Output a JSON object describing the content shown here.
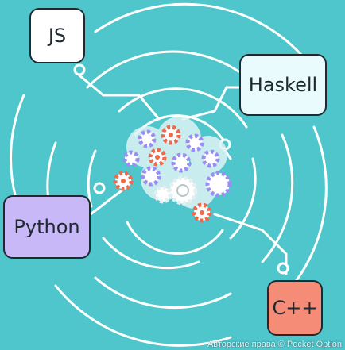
{
  "labels": {
    "js": "JS",
    "haskell": "Haskell",
    "python": "Python",
    "cpp": "C++"
  },
  "watermark": "Авторские права © Pocket Option",
  "colors": {
    "background": "#4fc6cc",
    "lines": "#ffffff",
    "gear_purple": "#9b8df2",
    "gear_orange": "#ef6a4c",
    "js_box": "#ffffff",
    "haskell_box": "#e9fbfc",
    "python_box": "#c9b8f7",
    "cpp_box": "#f58c78"
  }
}
